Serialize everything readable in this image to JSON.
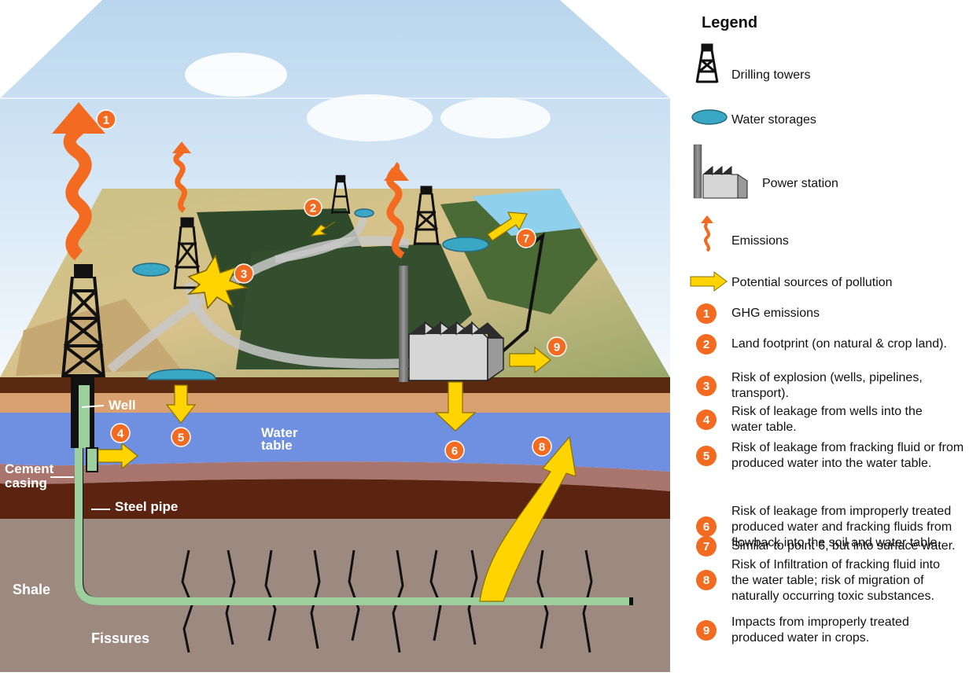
{
  "legend": {
    "title": "Legend",
    "items": {
      "drilling_towers": "Drilling towers",
      "water_storages": "Water storages",
      "power_station": "Power station",
      "emissions": "Emissions",
      "pollution_sources": "Potential sources of pollution"
    },
    "numbered": [
      {
        "num": "1",
        "lines": [
          "GHG emissions"
        ]
      },
      {
        "num": "2",
        "lines": [
          "Land footprint (on natural & crop land)."
        ]
      },
      {
        "num": "3",
        "lines": [
          "Risk of explosion (wells, pipelines,",
          "transport)."
        ]
      },
      {
        "num": "4",
        "lines": [
          "Risk of leakage from wells into the",
          "water table."
        ]
      },
      {
        "num": "5",
        "lines": [
          "Risk of leakage from fracking fluid or from",
          "produced water into the water table."
        ]
      },
      {
        "num": "6",
        "lines": [
          "Risk of leakage from improperly treated",
          "produced water and fracking fluids from",
          "flowback into the soil and water table."
        ]
      },
      {
        "num": "7",
        "lines": [
          "Similar to point 6, but into surface water."
        ]
      },
      {
        "num": "8",
        "lines": [
          "Risk of Infiltration of fracking fluid into",
          "the water table; risk of migration of",
          "naturally occurring toxic substances."
        ]
      },
      {
        "num": "9",
        "lines": [
          "Impacts from improperly treated",
          "produced water in crops."
        ]
      }
    ]
  },
  "diagram": {
    "labels": {
      "well": "Well",
      "water_table_1": "Water",
      "water_table_2": "table",
      "cement_1": "Cement",
      "cement_2": "casing",
      "steel_pipe": "Steel pipe",
      "shale": "Shale",
      "fissures": "Fissures"
    },
    "markers": [
      "1",
      "2",
      "3",
      "4",
      "5",
      "6",
      "7",
      "8",
      "9"
    ]
  },
  "colors": {
    "badge": "#f26b21",
    "emission": "#f26b21",
    "pollution_arrow": "#ffd400",
    "water_table": "#6f8fe0",
    "shale": "#9c8a80",
    "soil_dark": "#5a2a10",
    "soil_light": "#d9a070",
    "pipe": "#9ccf9c",
    "water_storage": "#3aa7c4",
    "sky": "#cfe3f3"
  }
}
